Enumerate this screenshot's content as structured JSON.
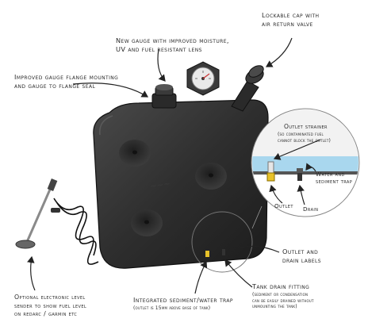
{
  "labels": {
    "lockable_cap": "Lockable cap with\nair return valve",
    "new_gauge": "New gauge with improved moisture,\nUV and fuel resistant lens",
    "gauge_flange": "Improved gauge flange mounting\nand gauge to flange seal",
    "outlet_strainer_title": "Outlet strainer",
    "outlet_strainer_note": "(so contaminated fuel\ncannot block the outlet)",
    "water_trap": "Water and\nsediment trap",
    "outlet": "Outlet",
    "drain": "Drain",
    "outlet_drain_labels": "Outlet and\ndrain labels",
    "tank_drain_fitting": "Tank drain fitting",
    "tank_drain_note": "(sediment or condensation\ncan be easily drained without\nunmounting the tank)",
    "integrated_trap": "Integrated sediment/water trap",
    "integrated_trap_note": "(outlet is 15mm above base of tank)",
    "level_sender": "Optional electronic level\nsender to show fuel level\non redarc / garmin etc"
  },
  "colors": {
    "tank": "#2b2b2b",
    "accent_fitting": "#e8c22a",
    "water": "#a9d7ee",
    "arrow": "#222222"
  }
}
